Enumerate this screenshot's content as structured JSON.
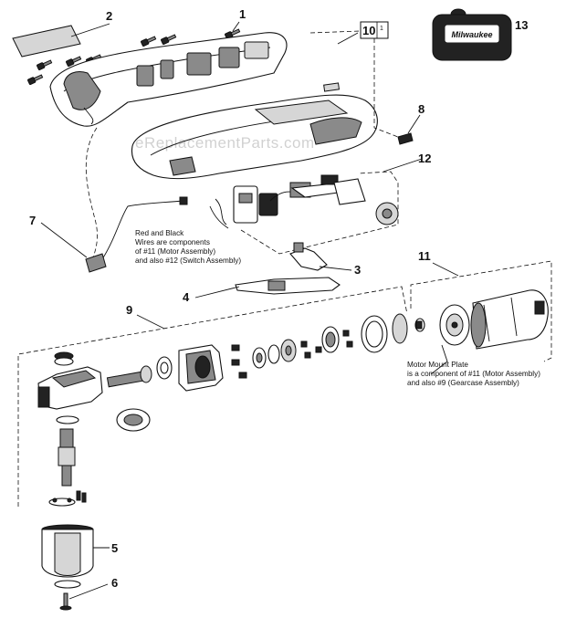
{
  "watermark": "eReplacementParts.com",
  "callouts": {
    "c1": "1",
    "c2": "2",
    "c3": "3",
    "c4": "4",
    "c5": "5",
    "c6": "6",
    "c7": "7",
    "c8": "8",
    "c9": "9",
    "c10": "10",
    "c10_sup": "1",
    "c11": "11",
    "c12": "12",
    "c13": "13"
  },
  "case_logo": "Milwaukee",
  "notes": {
    "wires": [
      "Red and Black",
      "Wires are components",
      "of #11 (Motor Assembly)",
      "and also #12 (Switch Assembly)"
    ],
    "plate": [
      "Motor Mount Plate",
      "is a component of #11 (Motor Assembly)",
      "and also #9 (Gearcase Assembly)"
    ]
  }
}
